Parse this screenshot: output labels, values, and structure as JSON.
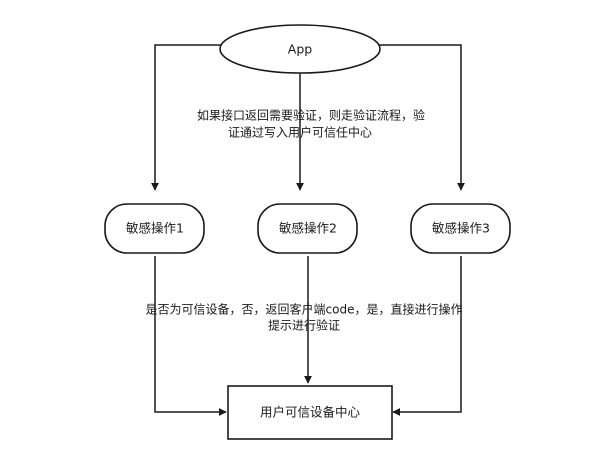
{
  "colors": {
    "line": "#1a1a1a",
    "background": "#ffffff"
  },
  "nodes": {
    "app": "App",
    "op1": "敏感操作1",
    "op2": "敏感操作2",
    "op3": "敏感操作3",
    "center": "用户可信设备中心"
  },
  "notes": {
    "top": {
      "line1": "如果接口返回需要验证，则走验证流程，验",
      "line2": "证通过写入用户可信任中心"
    },
    "bottom": {
      "line1": "是否为可信设备，否，返回客户端code，是，直接进行操作",
      "line2": "提示进行验证"
    }
  }
}
